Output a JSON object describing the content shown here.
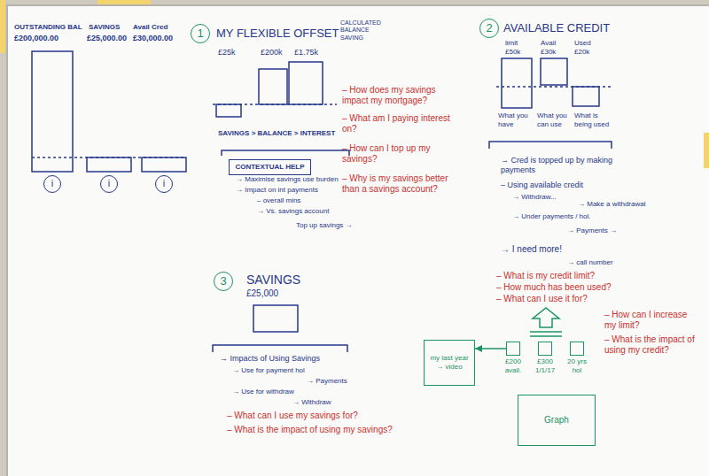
{
  "diagram": {
    "nodes": [
      {
        "text": [
          "i"
        ]
      },
      {
        "text": [
          "i"
        ]
      },
      {
        "text": [
          "i"
        ]
      },
      {
        "text": [
          "1"
        ]
      },
      {
        "text": [
          "2"
        ]
      },
      {
        "text": [
          "CONTEXTUAL HELP"
        ]
      },
      {
        "text": [
          "3"
        ]
      },
      {
        "text": [
          "my last year",
          "→ video"
        ]
      },
      {
        "text": [
          "£200 avail."
        ]
      },
      {
        "text": [
          "£300 1/1/17"
        ]
      },
      {
        "text": [
          "20 yrs hol"
        ]
      },
      {
        "text": [
          "Graph"
        ]
      }
    ],
    "edges": [
      {
        "from": 8,
        "to": 7,
        "arrow": "to"
      }
    ],
    "labels": [
      "OUTSTANDING BAL",
      "£200,000.00",
      "SAVINGS",
      "£25,000.00",
      "Avail Cred",
      "£30,000.00",
      "MY FLEXIBLE OFFSET",
      "£25k",
      "£200k",
      "£1.75k",
      "CALCULATED BALANCE SAVING",
      "SAVINGS > BALANCE > INTEREST",
      "→ Maximise savings use burden",
      "→ Impact on int payments",
      "– overall mins",
      "→ Vs. savings account",
      "Top up savings →",
      "– How does my savings impact my mortgage?",
      "– What am I paying interest on?",
      "– How can I top up my savings?",
      "– Why is my savings better than a savings account?",
      "AVAILABLE CREDIT",
      "limit",
      "£50k",
      "Avail",
      "£30k",
      "Used",
      "£20k",
      "What you have",
      "What you can use",
      "What is being used",
      "→ Cred is topped up by making payments",
      "– Using available credit",
      "→ Withdraw...",
      "→ Make a withdrawal",
      "→ Under payments / hol.",
      "→ Payments →",
      "→ I need more!",
      "→ call number",
      "– What is my credit limit?",
      "– How much has been used?",
      "– What can I use it for?",
      "– How can I increase my limit?",
      "– What is the impact of using my credit?",
      "SAVINGS",
      "£25,000",
      "→ Impacts of Using Savings",
      "→ Use for payment hol",
      "→ Payments",
      "→ Use for withdraw",
      "→ Withdraw",
      "– What can I use my savings for?",
      "– What is the impact of using my savings?"
    ]
  }
}
